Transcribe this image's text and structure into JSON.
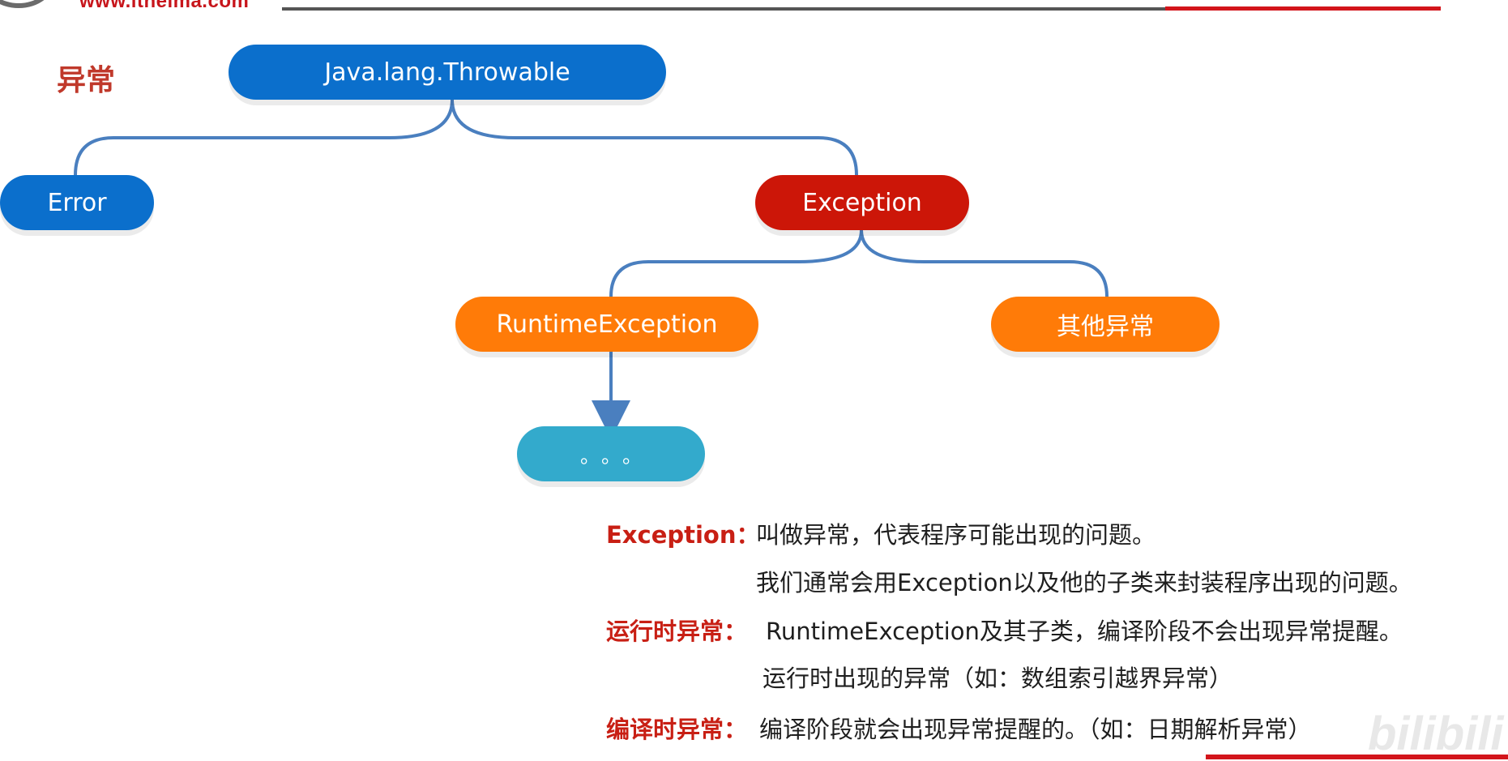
{
  "header": {
    "logo_url": "www.itheima.com"
  },
  "title": "异常",
  "colors": {
    "blue": "#0b6fcc",
    "red": "#cc1608",
    "orange": "#ff7b08",
    "teal": "#33aacc",
    "connector": "#4a7fbf",
    "label_red": "#c81f14"
  },
  "hierarchy": {
    "root": "Java.lang.Throwable",
    "error": "Error",
    "exception": "Exception",
    "runtime_exception": "RuntimeException",
    "other_exceptions": "其他异常",
    "more": "。。。"
  },
  "descriptions": {
    "exception": {
      "label": "Exception：",
      "line1": "叫做异常，代表程序可能出现的问题。",
      "line2": "我们通常会用Exception以及他的子类来封装程序出现的问题。"
    },
    "runtime": {
      "label": "运行时异常：",
      "line1": "RuntimeException及其子类，编译阶段不会出现异常提醒。",
      "line2": "运行时出现的异常（如：数组索引越界异常）"
    },
    "compile": {
      "label": "编译时异常：",
      "line1": "编译阶段就会出现异常提醒的。（如：日期解析异常）"
    }
  },
  "watermark": "bilibili"
}
